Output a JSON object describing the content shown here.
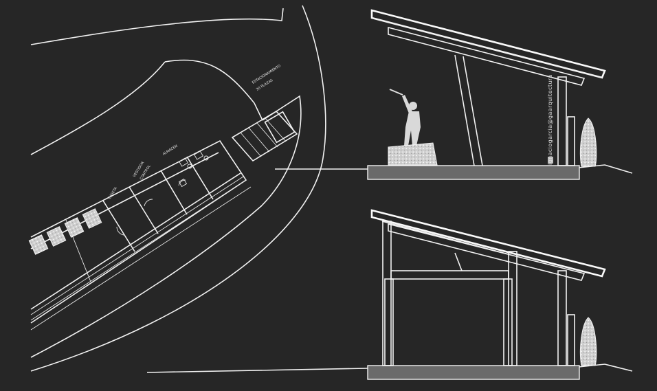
{
  "plan": {
    "parking_label": "ESTACIONAMIENTO",
    "parking_sublabel": "30 PLAZAS",
    "storage_label": "ALMACEN",
    "changing_label": "VESTIDOR",
    "control_label": "CONTROL",
    "room_label": "CASETA"
  },
  "watermark": "ignaciogarcia@gaarquitectura",
  "colors": {
    "background": "#262626",
    "line": "#f2f2f2",
    "gravel": "#6a6a6a"
  }
}
